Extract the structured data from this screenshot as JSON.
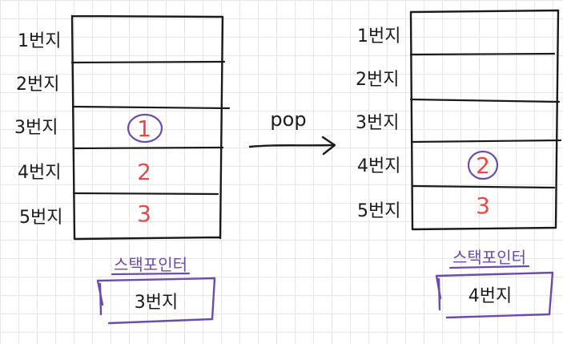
{
  "operation": {
    "label": "pop"
  },
  "before": {
    "slots": [
      {
        "label": "1번지",
        "value": ""
      },
      {
        "label": "2번지",
        "value": ""
      },
      {
        "label": "3번지",
        "value": "1"
      },
      {
        "label": "4번지",
        "value": "2"
      },
      {
        "label": "5번지",
        "value": "3"
      }
    ],
    "circled_value": "1",
    "stack_pointer": {
      "title": "스택포인터",
      "value": "3번지"
    }
  },
  "after": {
    "slots": [
      {
        "label": "1번지",
        "value": ""
      },
      {
        "label": "2번지",
        "value": ""
      },
      {
        "label": "3번지",
        "value": ""
      },
      {
        "label": "4번지",
        "value": "2"
      },
      {
        "label": "5번지",
        "value": "3"
      }
    ],
    "circled_value": "2",
    "stack_pointer": {
      "title": "스택포인터",
      "value": "4번지"
    }
  },
  "colors": {
    "ink": "#1a1a1a",
    "value": "#e8474c",
    "accent": "#6b4bb0"
  }
}
